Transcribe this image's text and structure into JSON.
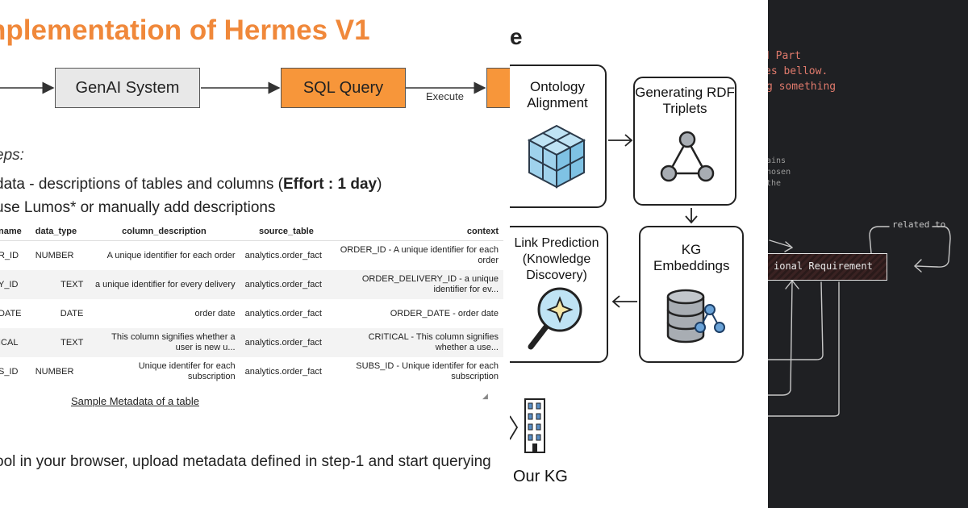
{
  "left": {
    "title": "nplementation of Hermes V1",
    "flow": {
      "genai_label": "GenAI System",
      "sql_label": "SQL Query",
      "execute_label": "Execute"
    },
    "steps_label": "eps:",
    "step1_pre": "data - descriptions of  tables and columns (",
    "step1_bold": "Effort : 1 day",
    "step1_post": ")",
    "step1_sub": "use Lumos* or manually add descriptions",
    "table": {
      "headers": [
        "name",
        "data_type",
        "column_description",
        "source_table",
        "context"
      ],
      "rows": [
        [
          "R_ID",
          "NUMBER",
          "A unique identifier for each order",
          "analytics.order_fact",
          "ORDER_ID - A unique identifier for each order"
        ],
        [
          "Y_ID",
          "TEXT",
          "a unique identifier for every delivery",
          "analytics.order_fact",
          "ORDER_DELIVERY_ID - a unique identifier for ev..."
        ],
        [
          "DATE",
          "DATE",
          "order date",
          "analytics.order_fact",
          "ORDER_DATE - order date"
        ],
        [
          "ICAL",
          "TEXT",
          "This column signifies whether a user is new u...",
          "analytics.order_fact",
          "CRITICAL - This column signifies whether a use..."
        ],
        [
          "S_ID",
          "NUMBER",
          "Unique identifer for each subscription",
          "analytics.order_fact",
          "SUBS_ID - Unique identifer for each subscription"
        ]
      ]
    },
    "caption": "Sample Metadata of a table",
    "bottom_text": "ool in your browser, upload metadata defined in step-1 and start querying"
  },
  "mid": {
    "title": "e",
    "cards": {
      "ontology": "Ontology Alignment",
      "rdf": "Generating RDF Triplets",
      "link": "Link Prediction (Knowledge Discovery)",
      "kg_emb": "KG Embeddings"
    },
    "kg_label": "Our KG"
  },
  "right": {
    "note_lines": [
      "d Part",
      "es bellow.",
      "g something"
    ],
    "gray_lines": [
      "ains",
      "hosen",
      "the"
    ],
    "related_label": "related to",
    "requirement_label": "ional Requirement"
  }
}
